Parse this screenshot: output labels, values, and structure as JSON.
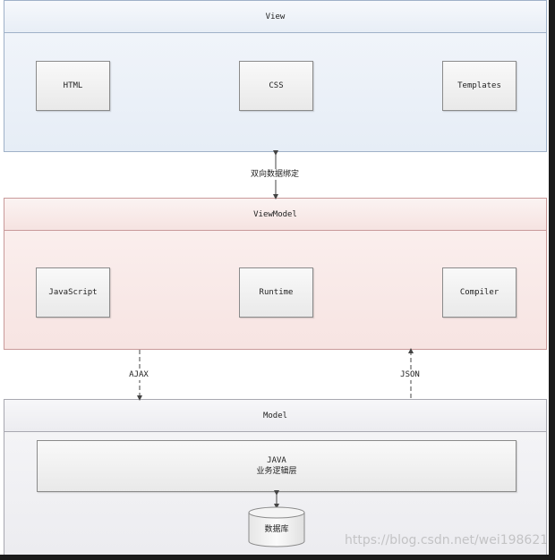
{
  "layers": {
    "view": {
      "title": "View",
      "items": [
        "HTML",
        "CSS",
        "Templates"
      ]
    },
    "viewmodel": {
      "title": "ViewModel",
      "items": [
        "JavaScript",
        "Runtime",
        "Compiler"
      ]
    },
    "model": {
      "title": "Model",
      "java_line1": "JAVA",
      "java_line2": "业务逻辑层",
      "database": "数据库"
    }
  },
  "connectors": {
    "binding": "双向数据绑定",
    "ajax": "AJAX",
    "json": "JSON"
  },
  "watermark": "https://blog.csdn.net/wei198621",
  "colors": {
    "view_border": "#9fb1c8",
    "viewmodel_border": "#c99a9a",
    "model_border": "#a8a8b0",
    "frame": "#1b1b1b"
  }
}
